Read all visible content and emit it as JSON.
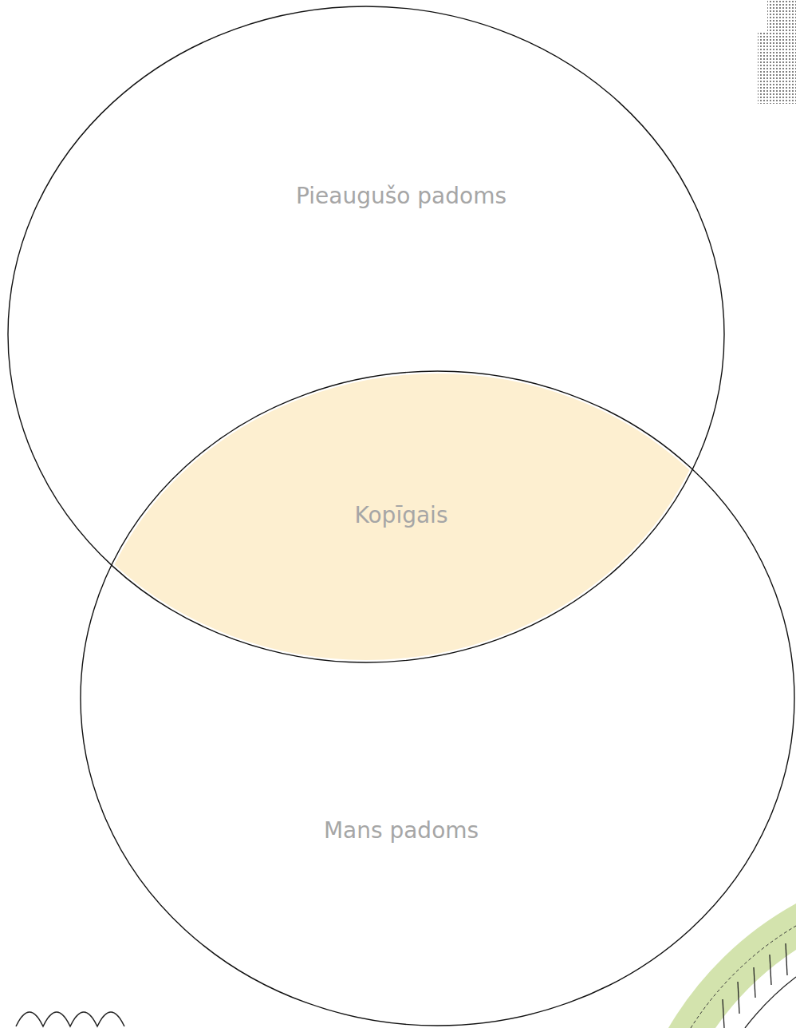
{
  "diagram": {
    "nodes": [
      {
        "text": [
          "Pieaugušo padoms"
        ]
      },
      {
        "text": [
          "Kopīgais"
        ]
      },
      {
        "text": [
          "Mans padoms"
        ]
      }
    ]
  }
}
